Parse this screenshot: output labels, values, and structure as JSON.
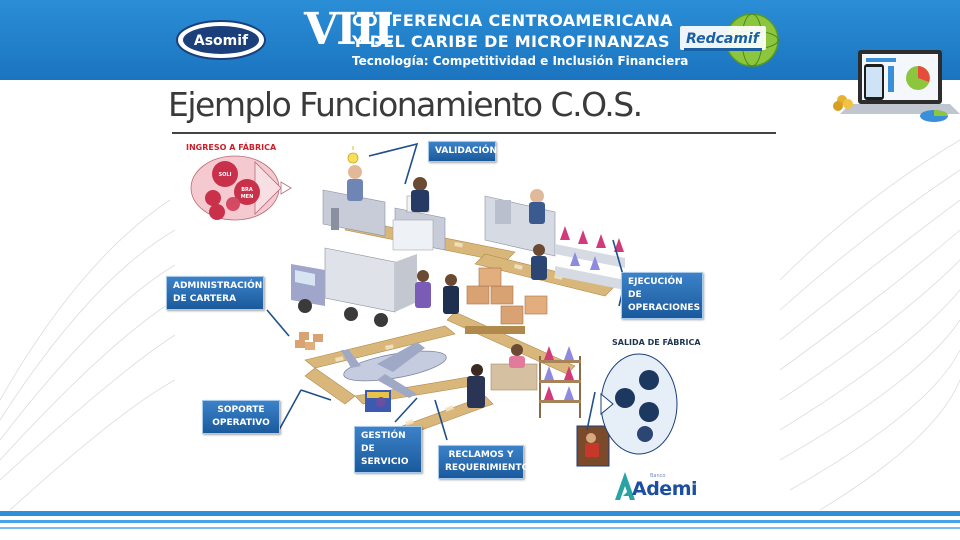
{
  "header": {
    "logo_left": "Asomif",
    "conference_number": "VIII",
    "line1": "CONFERENCIA CENTROAMERICANA",
    "line2": "Y DEL CARIBE DE MICROFINANZAS",
    "line3": "Tecnología: Competitividad e Inclusión Financiera",
    "logo_right": "Redcamif"
  },
  "slide": {
    "title": "Ejemplo Funcionamiento C.O.S."
  },
  "diagram": {
    "ingreso_label": "INGRESO A FÁBRICA",
    "ingreso_funnel": [
      "SOLI",
      "BRA",
      "MEN"
    ],
    "salida_label": "SALIDA DE FÁBRICA",
    "callouts": {
      "validacion": "VALIDACIÓN",
      "administracion": "ADMINISTRACIÓN\nDE CARTERA",
      "ejecucion": "EJECUCIÓN DE\nOPERACIONES",
      "soporte": "SOPORTE\nOPERATIVO",
      "gestion": "GESTIÓN DE\nSERVICIO",
      "reclamos": "RECLAMOS Y\nREQUERIMIENTOS"
    }
  },
  "footer_logo": {
    "word": "Ademi",
    "small": "Banco"
  },
  "colors": {
    "banner": "#1b74bf",
    "callout": "#2466ad",
    "ingreso_red": "#c8202a",
    "ademi_blue": "#1c4fa0"
  }
}
